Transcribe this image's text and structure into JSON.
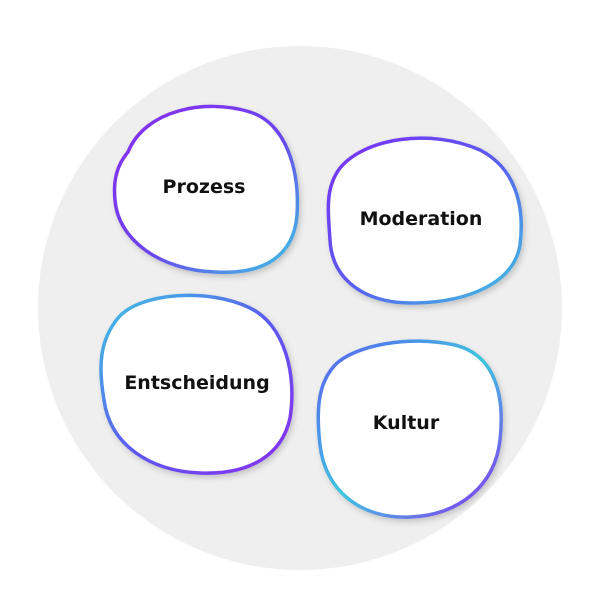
{
  "diagram": {
    "nodes": [
      {
        "id": "prozess",
        "label": "Prozess"
      },
      {
        "id": "moderation",
        "label": "Moderation"
      },
      {
        "id": "entscheidung",
        "label": "Entscheidung"
      },
      {
        "id": "kultur",
        "label": "Kultur"
      }
    ],
    "colors": {
      "background_circle": "#efefef",
      "blob_fill": "#ffffff",
      "gradient_purple": "#7b2ff7",
      "gradient_blue": "#5a5cf0",
      "gradient_cyan": "#3ec6e0",
      "text": "#111111"
    }
  }
}
